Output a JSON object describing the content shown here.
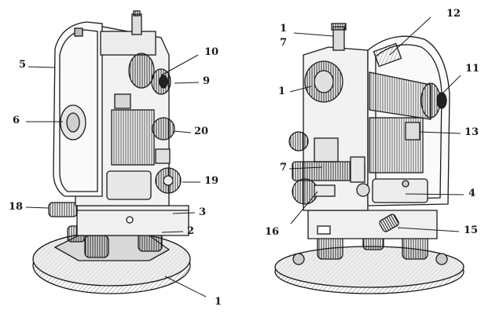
{
  "figure": {
    "left_view_callouts": [
      {
        "id": "c5",
        "text": "5"
      },
      {
        "id": "c10",
        "text": "10"
      },
      {
        "id": "c9",
        "text": "9"
      },
      {
        "id": "c6",
        "text": "6"
      },
      {
        "id": "c20",
        "text": "20"
      },
      {
        "id": "c19",
        "text": "19"
      },
      {
        "id": "c18",
        "text": "18"
      },
      {
        "id": "c3",
        "text": "3"
      },
      {
        "id": "c2",
        "text": "2"
      },
      {
        "id": "c1a",
        "text": "1"
      }
    ],
    "right_view_callouts": [
      {
        "id": "c17a",
        "text": "1"
      },
      {
        "id": "c17b",
        "text": "7"
      },
      {
        "id": "c12",
        "text": "12"
      },
      {
        "id": "c1b",
        "text": "1"
      },
      {
        "id": "c11",
        "text": "11"
      },
      {
        "id": "c13",
        "text": "13"
      },
      {
        "id": "c7",
        "text": "7"
      },
      {
        "id": "c4",
        "text": "4"
      },
      {
        "id": "c16",
        "text": "16"
      },
      {
        "id": "c15",
        "text": "15"
      }
    ]
  }
}
